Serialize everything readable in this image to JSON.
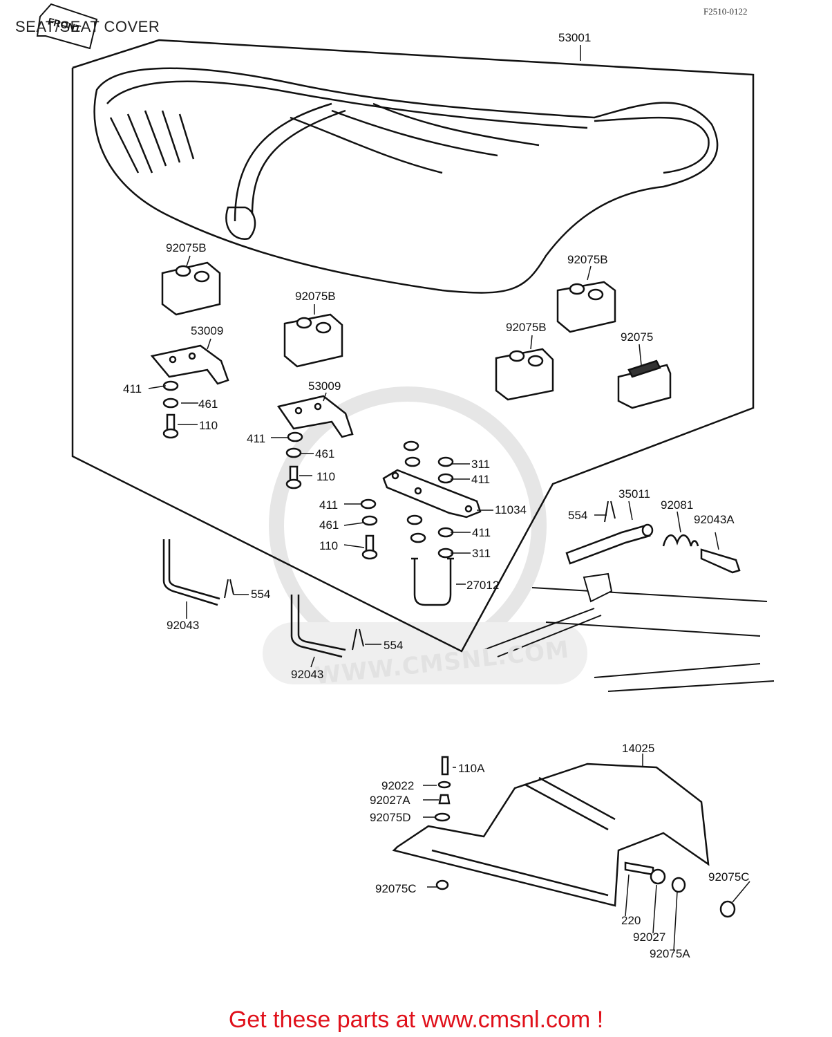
{
  "title": "SEAT/SEAT COVER",
  "figure_code": "F2510-0122",
  "front_label": "FRONT",
  "watermark": "WWW.CMSNL.COM",
  "footer_text": "Get these parts at www.cmsnl.com !",
  "parts": {
    "p53001": "53001",
    "p92075b_1": "92075B",
    "p92075b_2": "92075B",
    "p92075b_3": "92075B",
    "p92075b_4": "92075B",
    "p92075": "92075",
    "p53009_1": "53009",
    "p53009_2": "53009",
    "p411_1": "411",
    "p461_1": "461",
    "p110_1": "110",
    "p411_2": "411",
    "p461_2": "461",
    "p110_2": "110",
    "p311_1": "311",
    "p411_3": "411",
    "p11034": "11034",
    "p411_4": "411",
    "p461_3": "461",
    "p110_3": "110",
    "p411_5": "411",
    "p311_2": "311",
    "p27012": "27012",
    "p554_1": "554",
    "p35011": "35011",
    "p92081": "92081",
    "p92043a": "92043A",
    "p554_2": "554",
    "p92043_1": "92043",
    "p554_3": "554",
    "p92043_2": "92043",
    "p14025": "14025",
    "p110a": "110A",
    "p92022": "92022",
    "p92027a": "92027A",
    "p92075d": "92075D",
    "p92075c_1": "92075C",
    "p92075c_2": "92075C",
    "p220": "220",
    "p92027": "92027",
    "p92075a": "92075A"
  }
}
